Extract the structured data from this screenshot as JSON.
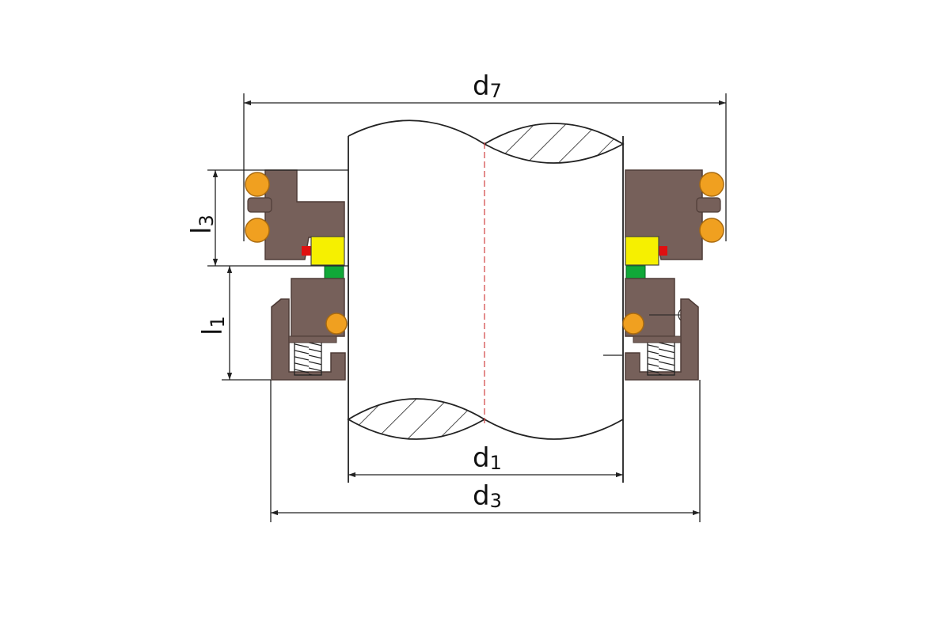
{
  "dimensions": {
    "d7": {
      "letter": "d",
      "sub": "7"
    },
    "d1": {
      "letter": "d",
      "sub": "1"
    },
    "d3": {
      "letter": "d",
      "sub": "3"
    },
    "l3": {
      "letter": "l",
      "sub": "3"
    },
    "l1": {
      "letter": "l",
      "sub": "1"
    }
  },
  "colors": {
    "housing": "#76605a",
    "housing_dark": "#4e3c37",
    "o_ring": "#f0a020",
    "o_ring_edge": "#a86a10",
    "face_yellow": "#f6f000",
    "face_green": "#10a838",
    "seal_red": "#e01010",
    "line": "#222222",
    "centerline": "#d04040"
  }
}
